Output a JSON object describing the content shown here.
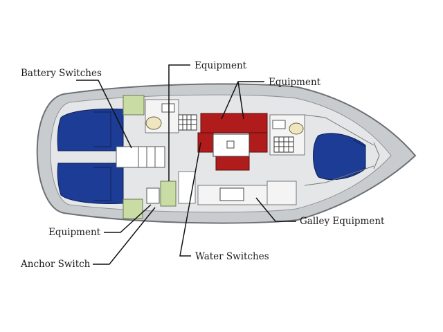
{
  "labels": {
    "battery_switches": "Battery Switches",
    "equipment_top": "Equipment",
    "equipment_right": "Equipment",
    "equipment_bottom_left": "Equipment",
    "anchor_switch": "Anchor Switch",
    "water_switches": "Water Switches",
    "galley_equipment": "Galley Equipment"
  },
  "colors": {
    "hull": "#c9cccf",
    "interior": "#e4e6e8",
    "berth_blue": "#1c3c95",
    "equipment_green": "#c8dca4",
    "salon_red": "#b01c1c",
    "toilet_tan": "#efe6bf",
    "leader_line": "#111111"
  }
}
